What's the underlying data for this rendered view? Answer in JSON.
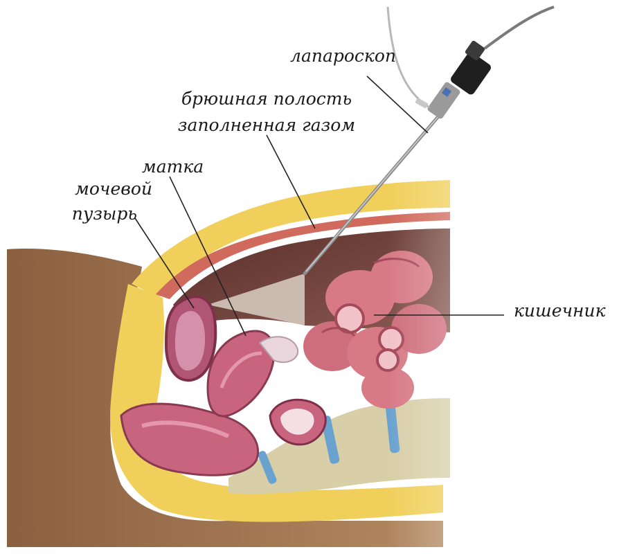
{
  "labels": {
    "laparoscope": "лапароскоп",
    "cavity_line1": "брюшная полость",
    "cavity_line2": "заполненная газом",
    "uterus": "матка",
    "bladder_line1": "мочевой",
    "bladder_line2": "пузырь",
    "intestine": "кишечник"
  },
  "colors": {
    "skin": "#a0764f",
    "fat": "#f0cf5a",
    "muscle": "#d06a5c",
    "cavity": "#6b3b34",
    "organ_pink": "#c9647e",
    "intestine": "#d77a86",
    "bone": "#d8cfa8",
    "disc": "#6aa2cf",
    "leader_line": "#222222"
  },
  "icons": {
    "laparoscope": "laparoscope-icon"
  }
}
